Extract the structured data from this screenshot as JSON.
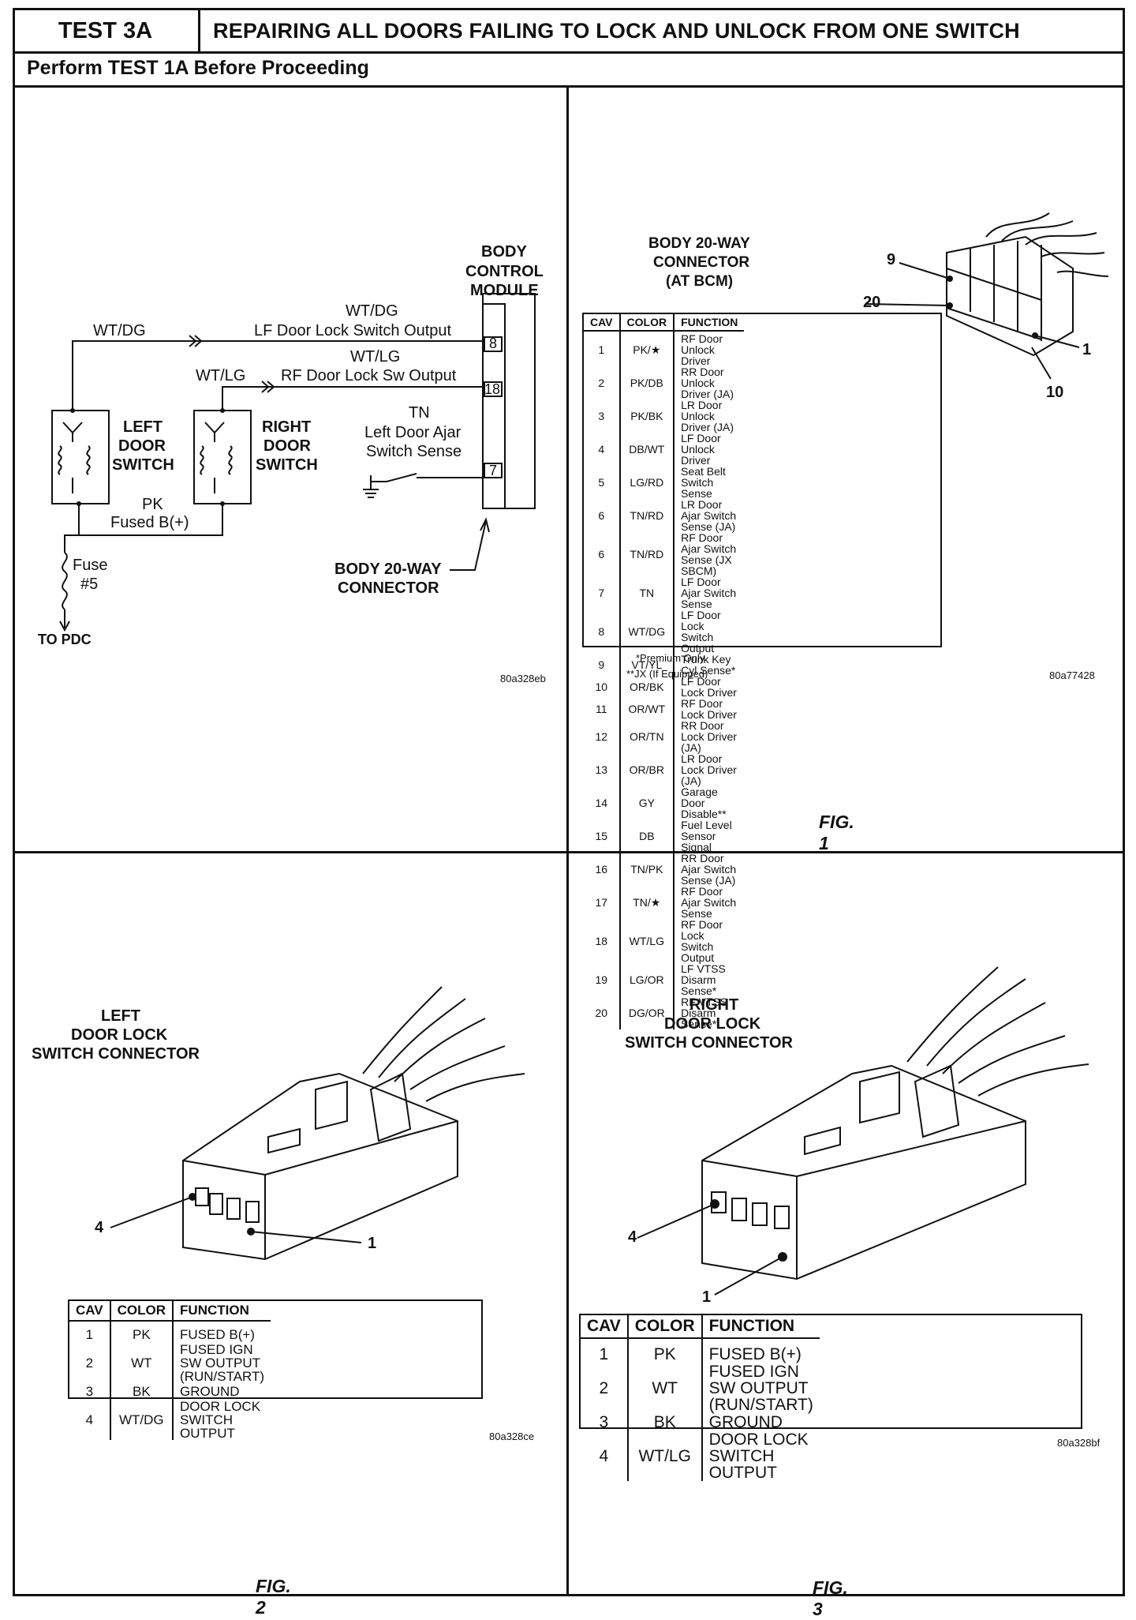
{
  "header": {
    "test_id": "TEST 3A",
    "title": "REPAIRING ALL DOORS FAILING TO LOCK AND UNLOCK FROM ONE SWITCH",
    "prerequisite": "Perform TEST 1A Before Proceeding"
  },
  "schematic": {
    "module_title": [
      "BODY",
      "CONTROL",
      "MODULE"
    ],
    "wire1_color_left": "WT/DG",
    "wire1_color": "WT/DG",
    "wire1_label": "LF Door Lock Switch Output",
    "wire1_pin": "8",
    "wire2_color_left": "WT/LG",
    "wire2_color": "WT/LG",
    "wire2_label": "RF Door Lock Sw Output",
    "wire2_pin": "18",
    "wire3_color": "TN",
    "wire3_label_1": "Left Door Ajar",
    "wire3_label_2": "Switch Sense",
    "wire3_pin": "7",
    "left_switch": [
      "LEFT",
      "DOOR",
      "SWITCH"
    ],
    "right_switch": [
      "RIGHT",
      "DOOR",
      "SWITCH"
    ],
    "feed_color": "PK",
    "feed_label": "Fused B(+)",
    "fuse_label": "Fuse",
    "fuse_number": "#5",
    "to_pdc": "TO PDC",
    "connector_callout": [
      "BODY 20-WAY",
      "CONNECTOR"
    ],
    "code": "80a328eb"
  },
  "fig1": {
    "title": [
      "BODY 20-WAY",
      "CONNECTOR",
      "(AT BCM)"
    ],
    "callouts": {
      "c9": "9",
      "c20": "20",
      "c1": "1",
      "c10": "10"
    },
    "columns": [
      "CAV",
      "COLOR",
      "FUNCTION"
    ],
    "rows": [
      [
        "1",
        "PK/★",
        "RF Door Unlock Driver"
      ],
      [
        "2",
        "PK/DB",
        "RR Door Unlock Driver (JA)"
      ],
      [
        "3",
        "PK/BK",
        "LR Door Unlock Driver (JA)"
      ],
      [
        "4",
        "DB/WT",
        "LF Door Unlock Driver"
      ],
      [
        "5",
        "LG/RD",
        "Seat Belt Switch Sense"
      ],
      [
        "6",
        "TN/RD",
        "LR Door Ajar Switch Sense (JA)"
      ],
      [
        "6",
        "TN/RD",
        "RF Door Ajar Switch Sense (JX SBCM)"
      ],
      [
        "7",
        "TN",
        "LF Door Ajar Switch Sense"
      ],
      [
        "8",
        "WT/DG",
        "LF Door Lock Switch Output"
      ],
      [
        "9",
        "VT/YL",
        "Trunk Key Cyl Sense*"
      ],
      [
        "10",
        "OR/BK",
        "LF Door Lock Driver"
      ],
      [
        "11",
        "OR/WT",
        "RF Door Lock Driver"
      ],
      [
        "12",
        "OR/TN",
        "RR Door Lock Driver (JA)"
      ],
      [
        "13",
        "OR/BR",
        "LR Door Lock Driver (JA)"
      ],
      [
        "14",
        "GY",
        "Garage Door Disable**"
      ],
      [
        "15",
        "DB",
        "Fuel Level Sensor Signal"
      ],
      [
        "16",
        "TN/PK",
        "RR Door Ajar Switch Sense (JA)"
      ],
      [
        "17",
        "TN/★",
        "RF Door Ajar Switch Sense"
      ],
      [
        "18",
        "WT/LG",
        "RF Door Lock Switch Output"
      ],
      [
        "19",
        "LG/OR",
        "LF VTSS Disarm Sense*"
      ],
      [
        "20",
        "DG/OR",
        "RF VTSS Disarm Sense*"
      ]
    ],
    "footnote1": "*Premium Only",
    "footnote2": "**JX (If Equipped)",
    "code": "80a77428",
    "caption": "FIG. 1"
  },
  "fig2": {
    "title": [
      "LEFT",
      "DOOR LOCK",
      "SWITCH CONNECTOR"
    ],
    "callout_4": "4",
    "callout_1": "1",
    "columns": [
      "CAV",
      "COLOR",
      "FUNCTION"
    ],
    "rows": [
      [
        "1",
        "PK",
        "FUSED B(+)"
      ],
      [
        "2",
        "WT",
        "FUSED IGN SW OUTPUT (RUN/START)"
      ],
      [
        "3",
        "BK",
        "GROUND"
      ],
      [
        "4",
        "WT/DG",
        "DOOR LOCK SWITCH OUTPUT"
      ]
    ],
    "code": "80a328ce",
    "caption": "FIG. 2"
  },
  "fig3": {
    "title": [
      "RIGHT",
      "DOOR LOCK",
      "SWITCH CONNECTOR"
    ],
    "callout_4": "4",
    "callout_1": "1",
    "columns": [
      "CAV",
      "COLOR",
      "FUNCTION"
    ],
    "rows": [
      [
        "1",
        "PK",
        "FUSED B(+)"
      ],
      [
        "2",
        "WT",
        "FUSED IGN SW OUTPUT (RUN/START)"
      ],
      [
        "3",
        "BK",
        "GROUND"
      ],
      [
        "4",
        "WT/LG",
        "DOOR LOCK SWITCH OUTPUT"
      ]
    ],
    "code": "80a328bf",
    "caption": "FIG. 3"
  }
}
